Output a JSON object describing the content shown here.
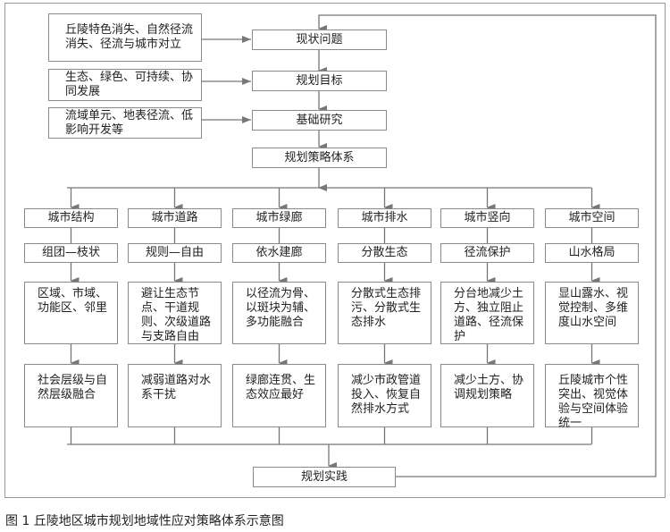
{
  "inputs": [
    "丘陵特色消失、自然径流消失、径流与城市对立",
    "生态、绿色、可持续、协同发展",
    "流域单元、地表径流、低影响开发等"
  ],
  "main_steps": [
    "现状问题",
    "规划目标",
    "基础研究",
    "规划策略体系"
  ],
  "columns": [
    {
      "title": "城市结构",
      "principle": "组团—枝状",
      "strategy": "区域、市域、功能区、邻里",
      "result": "社会层级与自然层级融合"
    },
    {
      "title": "城市道路",
      "principle": "规则—自由",
      "strategy": "避让生态节点、干道规则、次级道路与支路自由",
      "result": "减弱道路对水系干扰"
    },
    {
      "title": "城市绿廊",
      "principle": "依水建廊",
      "strategy": "以径流为骨、以斑块为辅、多功能融合",
      "result": "绿廊连贯、生态效应最好"
    },
    {
      "title": "城市排水",
      "principle": "分散生态",
      "strategy": "分散式生态排污、分散式生态排水",
      "result": "减少市政管道投入、恢复自然排水方式"
    },
    {
      "title": "城市竖向",
      "principle": "径流保护",
      "strategy": "分台地减少土方、独立阻止道路、径流保护",
      "result": "减少土方、协调规划策略"
    },
    {
      "title": "城市空间",
      "principle": "山水格局",
      "strategy": "显山露水、视觉控制、多维度山水空间",
      "result": "丘陵城市个性突出、视觉体验与空间体验统一"
    }
  ],
  "practice": "规划实践",
  "caption": "图 1  丘陵地区城市规划地域性应对策略体系示意图",
  "colors": {
    "line": "#7a7a7a",
    "border": "#8a8a8a"
  }
}
